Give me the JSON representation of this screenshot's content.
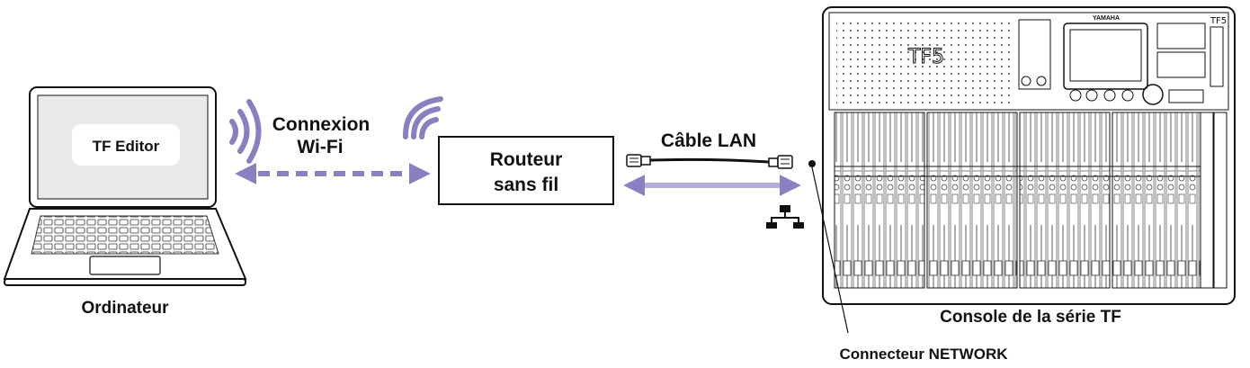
{
  "labels": {
    "app": "TF Editor",
    "wifi_line1": "Connexion",
    "wifi_line2": "Wi-Fi",
    "router_line1": "Routeur",
    "router_line2": "sans fil",
    "cable": "Câble LAN",
    "computer": "Ordinateur",
    "console": "Console de la série TF",
    "connector": "Connecteur NETWORK",
    "console_brand": "YAMAHA",
    "console_model_front": "TF5",
    "console_model_side": "TF5"
  },
  "colors": {
    "accent": "#8a7fc0",
    "accent_light": "#b4acd9",
    "outline": "#111111",
    "screen_bg": "#e9e9e9"
  },
  "icons": [
    "wifi-waves-icon",
    "lan-plug-icon",
    "network-port-icon"
  ]
}
